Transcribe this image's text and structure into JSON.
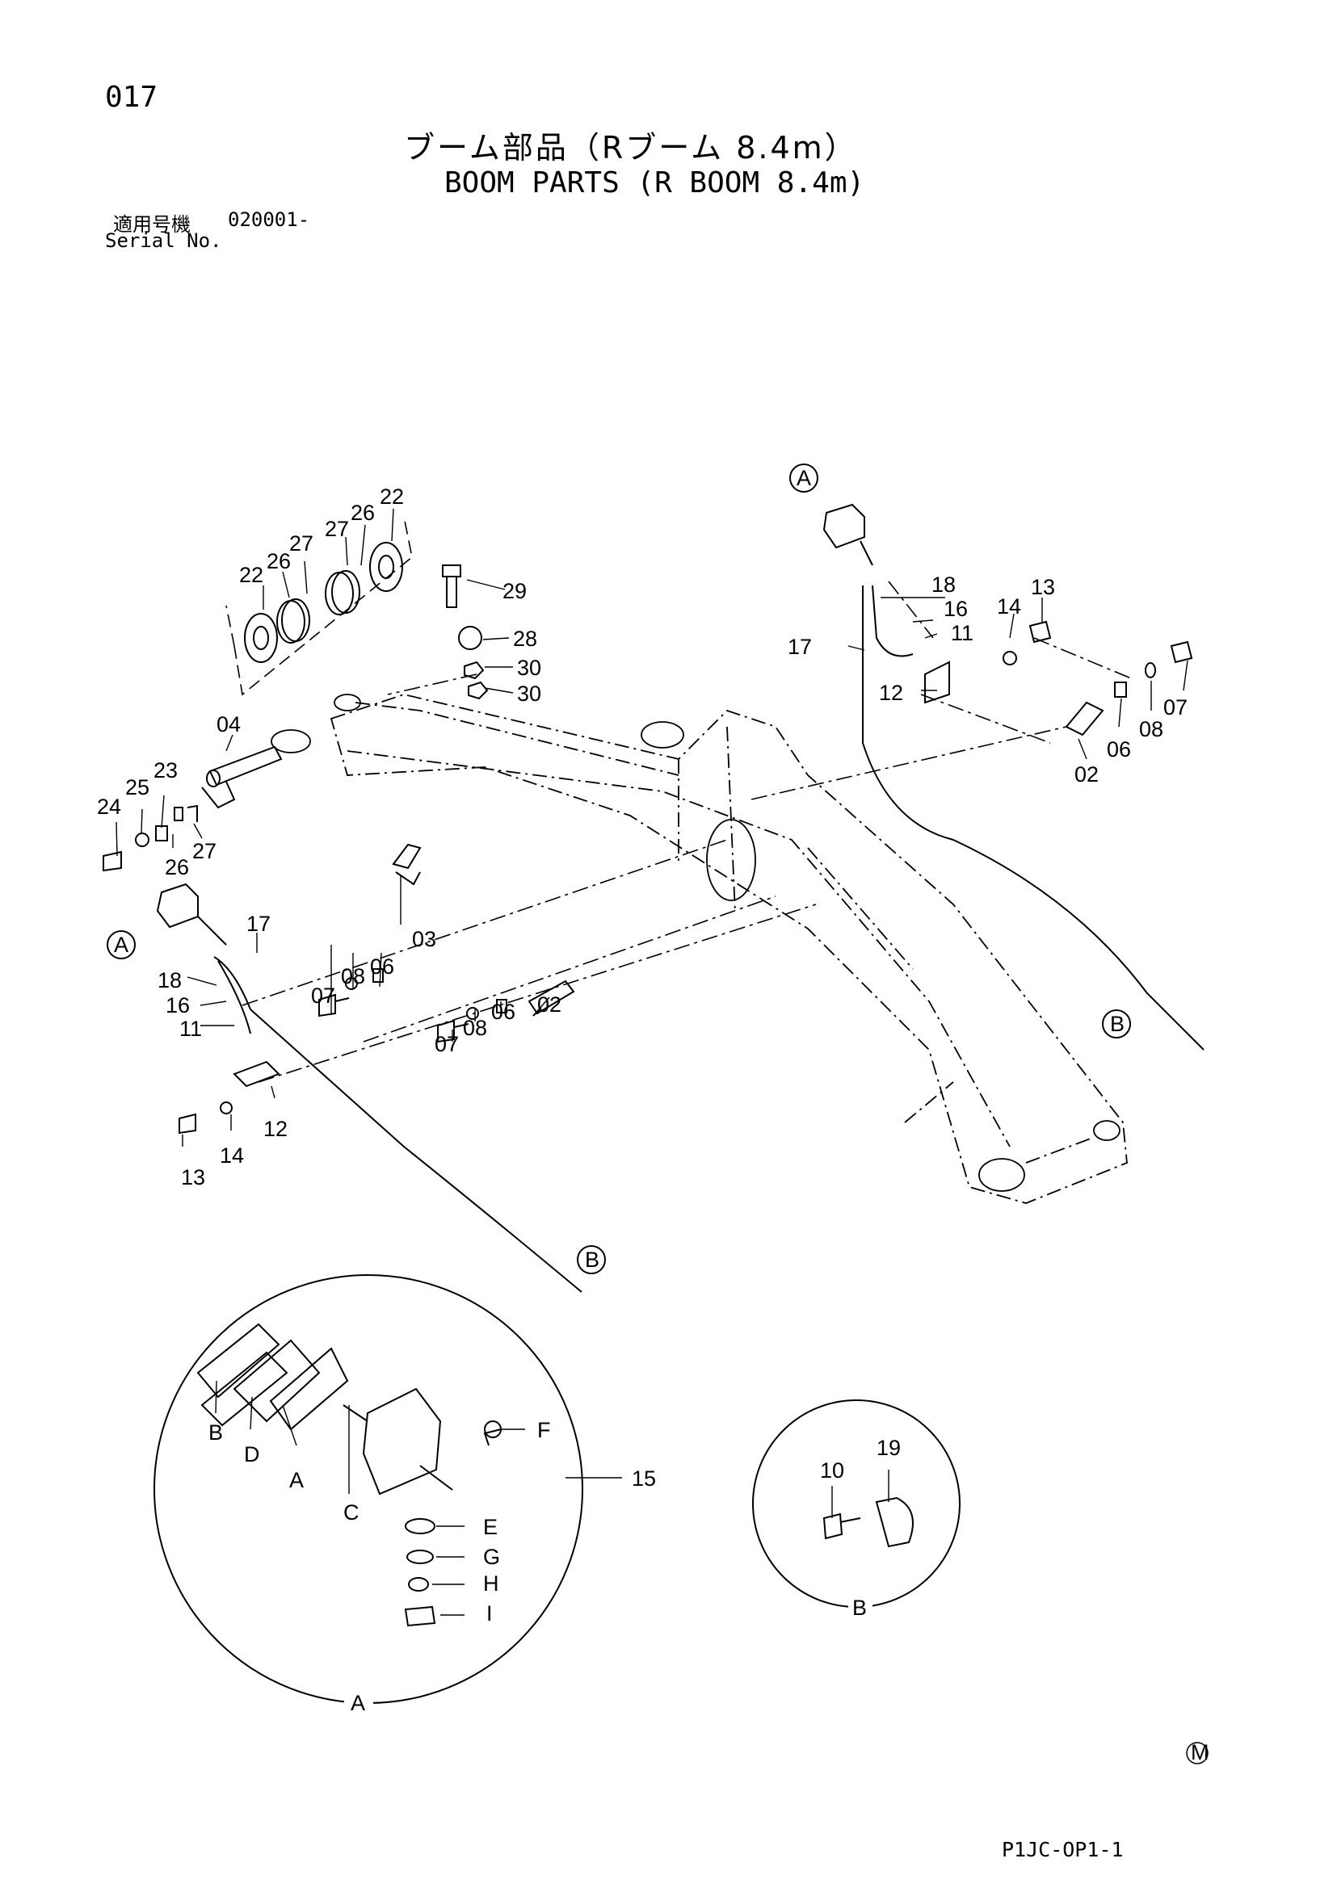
{
  "header": {
    "page_number": "017",
    "title_jp": "ブーム部品（Rブーム 8.4m）",
    "title_en": "BOOM PARTS (R BOOM 8.4m)",
    "serial_label_jp": "適用号機",
    "serial_value": "020001-",
    "serial_label_en": "Serial No."
  },
  "footer": {
    "mark": "M",
    "code": "P1JC-OP1-1"
  },
  "callouts": {
    "upper_left": [
      "22",
      "26",
      "27",
      "27",
      "26",
      "22",
      "29",
      "28",
      "30",
      "30",
      "04",
      "23",
      "25",
      "24",
      "26",
      "27"
    ],
    "middle": [
      "03",
      "07",
      "08",
      "06",
      "02",
      "07",
      "08",
      "06"
    ],
    "lamp_left": [
      "17",
      "18",
      "16",
      "11",
      "12",
      "14",
      "13"
    ],
    "lamp_right": [
      "18",
      "16",
      "11",
      "12",
      "17",
      "14",
      "13",
      "07",
      "08",
      "06",
      "02"
    ],
    "detail_a": [
      "B",
      "D",
      "A",
      "C",
      "F",
      "E",
      "G",
      "H",
      "I",
      "15"
    ],
    "detail_b": [
      "10",
      "19"
    ]
  },
  "refs": {
    "lamp_view": "A",
    "clamp_view": "B"
  }
}
